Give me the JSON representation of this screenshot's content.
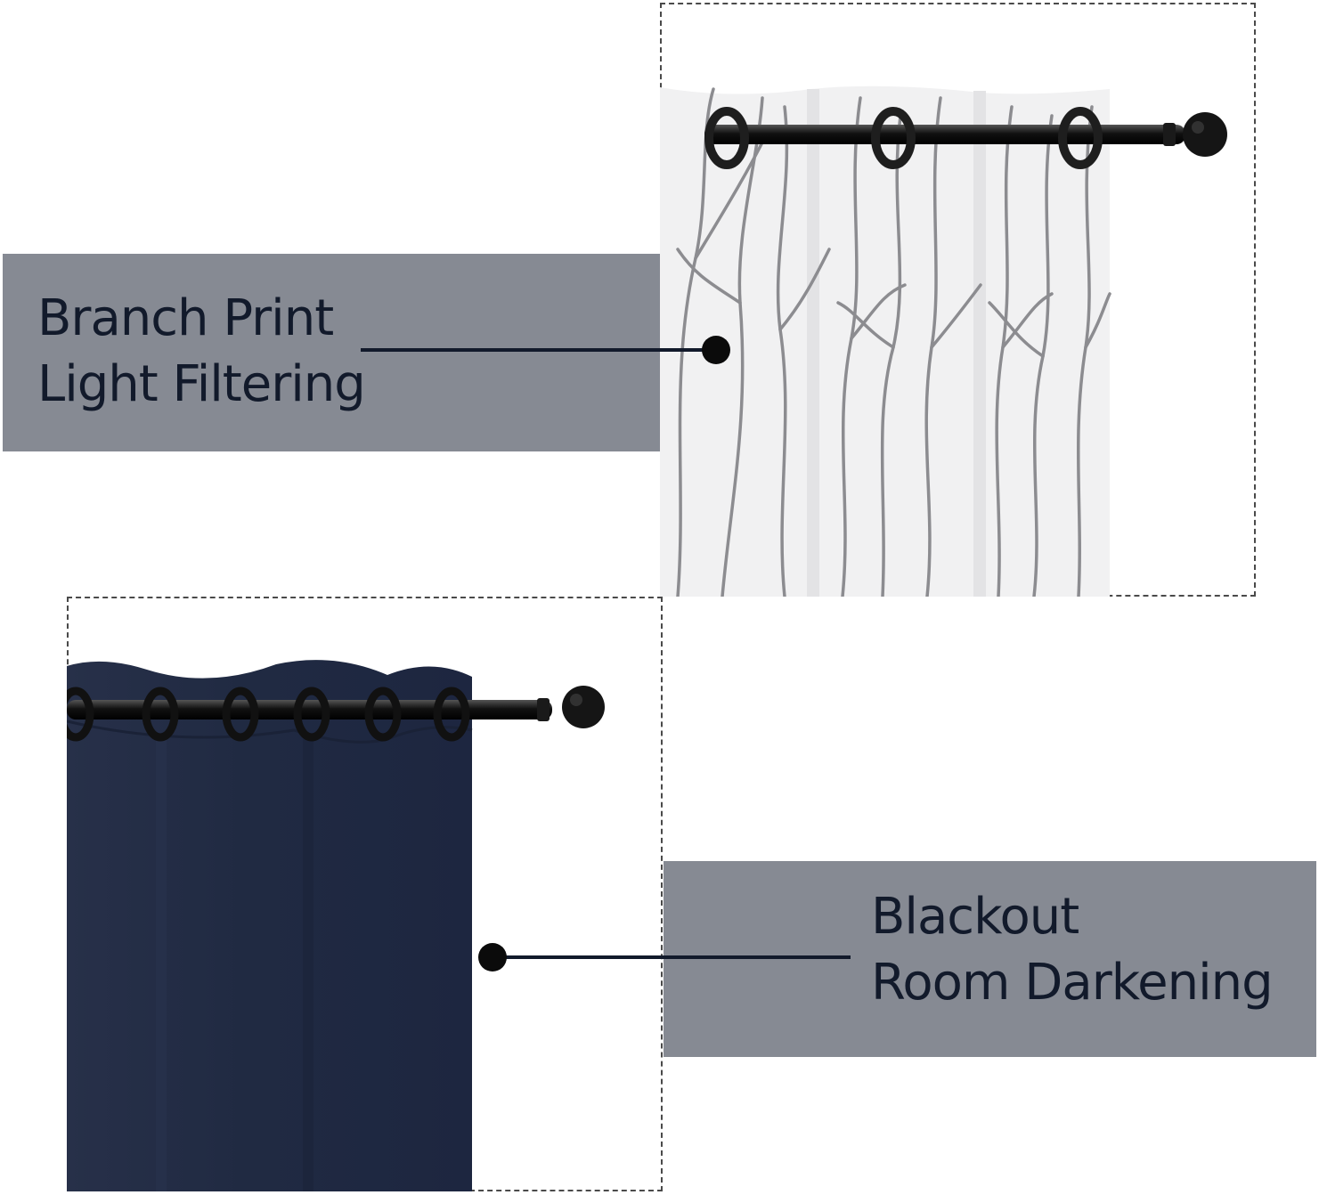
{
  "top_panel": {
    "label_line1": "Branch Print",
    "label_line2": "Light Filtering",
    "curtain_color": "#f2f2f2",
    "pattern_color": "#8a8a8a"
  },
  "bottom_panel": {
    "label_line1": "Blackout",
    "label_line2": "Room Darkening",
    "curtain_color": "#232c44"
  },
  "colors": {
    "label_band": "#868a93",
    "label_text": "#121a2b",
    "rod": "#1a1a1a"
  }
}
